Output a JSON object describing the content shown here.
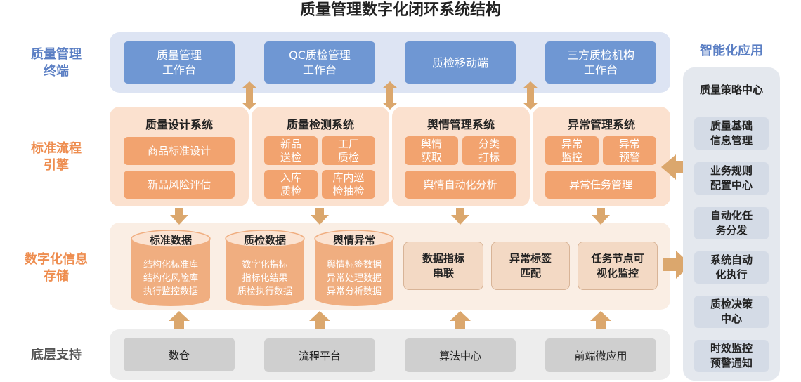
{
  "title": "质量管理数字化闭环系统结构",
  "row_labels": {
    "terminal": "质量管理\n终端",
    "engine": "标准流程\n引擎",
    "storage": "数字化信息\n存储",
    "support": "底层支持"
  },
  "terminals": [
    "质量管理\n工作台",
    "QC质检管理\n工作台",
    "质检移动端",
    "三方质检机构\n工作台"
  ],
  "systems": [
    {
      "title": "质量设计系统",
      "items": [
        "商品标准设计",
        "新品风险评估"
      ]
    },
    {
      "title": "质量检测系统",
      "items": [
        "新品\n送检",
        "工厂\n质检",
        "入库\n质检",
        "库内巡\n检抽检"
      ]
    },
    {
      "title": "舆情管理系统",
      "items": [
        "舆情\n获取",
        "分类\n打标",
        "舆情自动化分析"
      ]
    },
    {
      "title": "异常管理系统",
      "items": [
        "异常\n监控",
        "异常\n预警",
        "异常任务管理"
      ]
    }
  ],
  "databases": [
    {
      "title": "标准数据",
      "items": [
        "结构化标准库",
        "结构化风险库",
        "执行监控数据"
      ]
    },
    {
      "title": "质检数据",
      "items": [
        "数字化指标",
        "指标化结果",
        "质检执行数据"
      ]
    },
    {
      "title": "舆情异常",
      "items": [
        "舆情标签数据",
        "异常处理数据",
        "异常分析数据"
      ]
    }
  ],
  "storage_boxes": [
    "数据指标\n串联",
    "异常标签\n匹配",
    "任务节点可\n视化监控"
  ],
  "support": [
    "数仓",
    "流程平台",
    "算法中心",
    "前端微应用"
  ],
  "smart_apps": {
    "title": "智能化应用",
    "items": [
      "质量策略中心",
      "质量基础\n信息管理",
      "业务规则\n配置中心",
      "自动化任\n务分发",
      "系统自动\n化执行",
      "质检决策\n中心",
      "时效监控\n预警通知"
    ]
  },
  "colors": {
    "blue": "#6f97d3",
    "blue_label": "#5b7fc4",
    "orange_label": "#ee8d4f",
    "orange_box": "#f2a36f",
    "arrow": "#dba76d",
    "cylinder": "#f0ae80",
    "grey": "#cfcfcf"
  }
}
